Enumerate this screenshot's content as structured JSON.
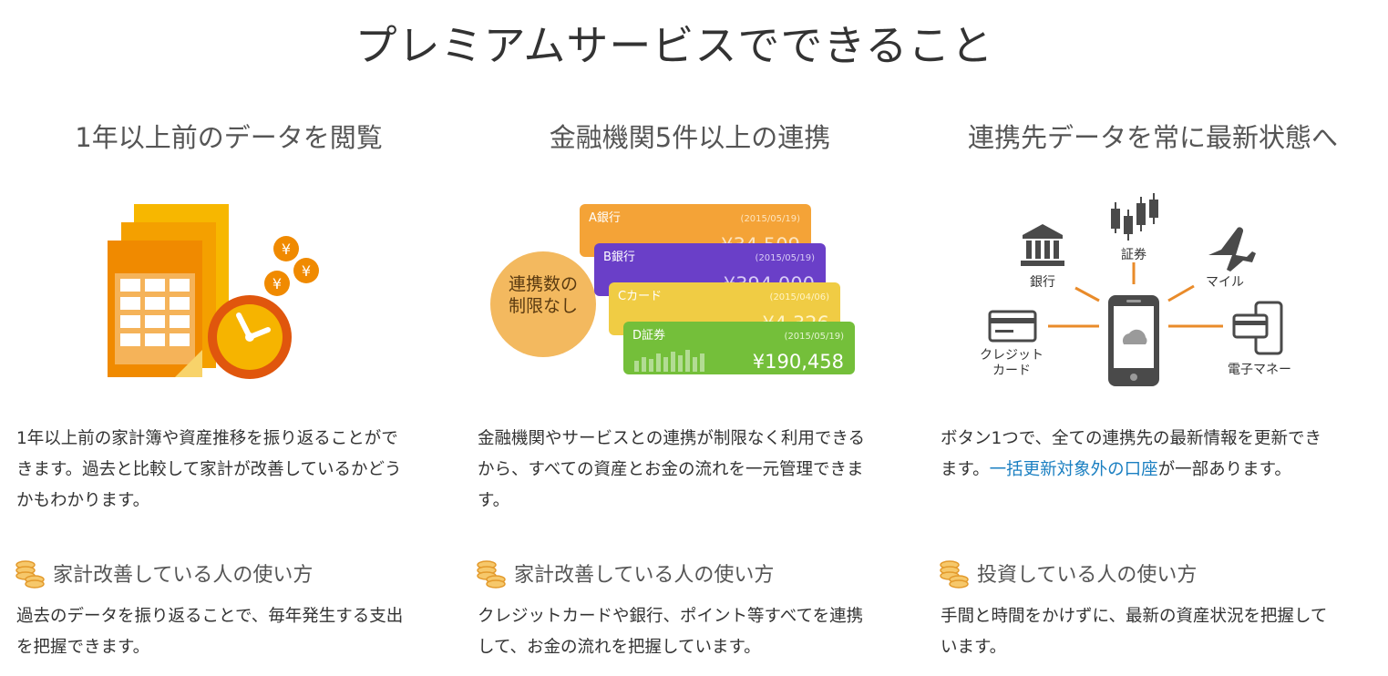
{
  "title": "プレミアムサービスでできること",
  "features": [
    {
      "title": "1年以上前のデータを閲覧",
      "description": "1年以上前の家計簿や資産推移を振り返ることができます。過去と比較して家計が改善しているかどうかもわかります。",
      "usage_title": "家計改善している人の使い方",
      "usage_text": "過去のデータを振り返ることで、毎年発生する支出を把握できます。",
      "illustration": {
        "icons": [
          "calendar-icon",
          "clock-icon",
          "yen-coin-icon"
        ],
        "yen": "¥",
        "colors": {
          "orange": "#f08a00",
          "light": "#f7b700",
          "clock_ring": "#e0560d"
        }
      }
    },
    {
      "title": "金融機関5件以上の連携",
      "description": "金融機関やサービスとの連携が制限なく利用できるから、すべての資産とお金の流れを一元管理できます。",
      "usage_title": "家計改善している人の使い方",
      "usage_text": "クレジットカードや銀行、ポイント等すべてを連携して、お金の流れを把握しています。",
      "illustration": {
        "badge_line1": "連携数の",
        "badge_line2": "制限なし",
        "cards": [
          {
            "name": "A銀行",
            "date": "(2015/05/19)",
            "amount": "¥34,509",
            "color": "#f4a337"
          },
          {
            "name": "B銀行",
            "date": "(2015/05/19)",
            "amount": "¥394,000",
            "color": "#6a3fc8"
          },
          {
            "name": "Cカード",
            "date": "(2015/04/06)",
            "amount": "¥4,326",
            "color": "#f0cc44"
          },
          {
            "name": "D証券",
            "date": "(2015/05/19)",
            "amount": "¥190,458",
            "color": "#74bf3a"
          }
        ]
      }
    },
    {
      "title": "連携先データを常に最新状態へ",
      "description_before": "ボタン1つで、全ての連携先の最新情報を更新できます。",
      "description_link": "一括更新対象外の口座",
      "description_after": "が一部あります。",
      "usage_title": "投資している人の使い方",
      "usage_text": "手間と時間をかけずに、最新の資産状況を把握しています。",
      "illustration": {
        "labels": {
          "bank": "銀行",
          "securities": "証券",
          "miles": "マイル",
          "credit_line1": "クレジット",
          "credit_line2": "カード",
          "emoney": "電子マネー"
        },
        "icons": [
          "bank-icon",
          "candlestick-chart-icon",
          "airplane-icon",
          "credit-card-icon",
          "e-money-icon",
          "smartphone-sync-icon"
        ],
        "line_color": "#e98b2a"
      }
    }
  ],
  "colors": {
    "accent": "#f08a00",
    "link": "#1a7fc1",
    "text": "#333333"
  }
}
